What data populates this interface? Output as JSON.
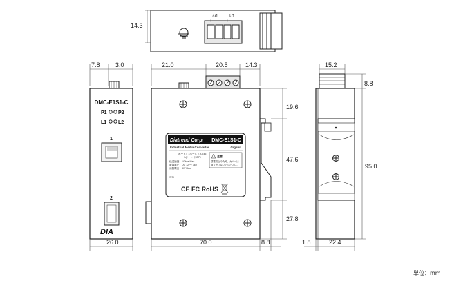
{
  "dimensions": {
    "top_height": "14.3",
    "front_left_offset": "7.8",
    "front_right_offset": "3.0",
    "front_width": "26.0",
    "side_offset_left": "21.0",
    "side_terminal_width": "20.5",
    "side_offset_right": "14.3",
    "side_width": "70.0",
    "side_rail_depth": "8.8",
    "side_v1": "19.6",
    "side_v2": "47.6",
    "side_v3": "27.8",
    "rear_width_top": "15.2",
    "rear_top_cap": "8.8",
    "rear_height": "95.0",
    "rear_bottom_left": "1.8",
    "rear_bottom_width": "22.4"
  },
  "top_view": {
    "terminal_labels": [
      "P2",
      "P1"
    ],
    "polarity": [
      "+",
      "-",
      "+",
      "-"
    ]
  },
  "front_panel": {
    "model": "DMC-E1S1-C",
    "led_p1": "P1",
    "led_p2": "P2",
    "led_l1": "L1",
    "led_l2": "L2",
    "port1": "1",
    "port2": "2",
    "logo": "DIA"
  },
  "label": {
    "brand": "Diatrend Corp.",
    "model": "DMC-E1S1-C",
    "product_type": "Industrial Media Converter",
    "speed": "Gigabit",
    "port_line1": "ポート：1ポート（RJ-45）",
    "port_line2": "1ポート（SFP）",
    "rate_line": "伝送速度：1Gbps Max.",
    "power_line": "電源電圧：DC 12 ～ 36V",
    "current_line": "消費電力：3W Max.",
    "caution_title": "注意",
    "caution_text1": "感電防止のため、カバーは",
    "caution_text2": "取り外さないでください。",
    "sn": "S/N",
    "marks": "CE  FC  RoHS"
  },
  "units": "単位：mm"
}
